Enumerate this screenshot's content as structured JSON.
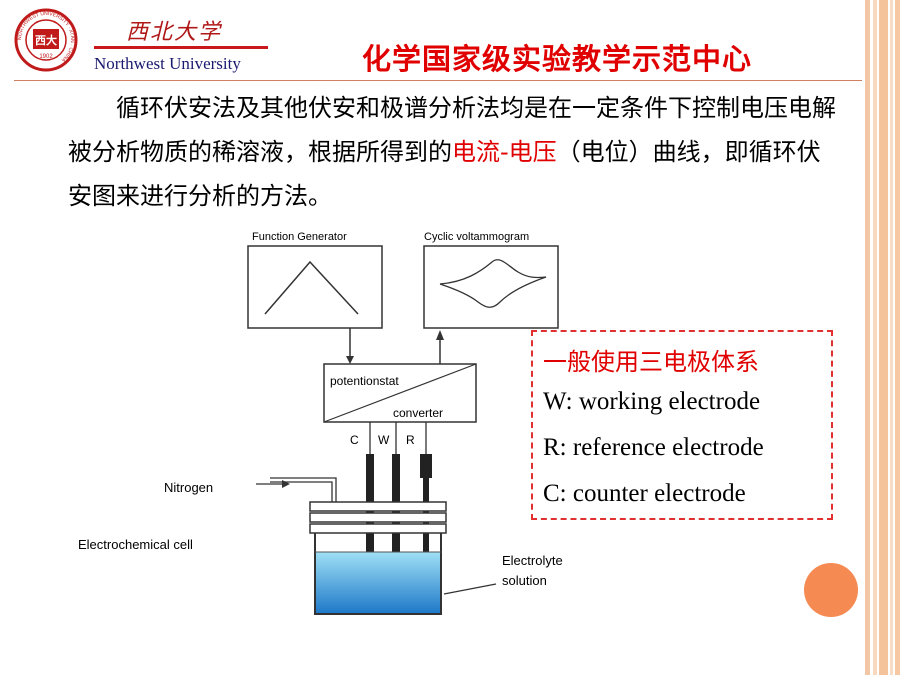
{
  "header": {
    "university_cn": "西北大学",
    "university_en": "Northwest University",
    "center_title": "化学国家级实验教学示范中心",
    "logo_center_text": "西大",
    "logo_year": "1902",
    "logo_ring_text": "NORTHWEST UNIVERSITY · XI'AN · CHINA"
  },
  "body": {
    "para_part1": "循环伏安法及其他伏安和极谱分析法均是在一定条件下控制电压电解被分析物质的稀溶液，根据所得到的",
    "para_highlight": "电流-电压",
    "para_part2": "（电位）曲线，即循环伏安图来进行分析的方法。"
  },
  "diagram": {
    "function_generator": "Function Generator",
    "cyclic_voltammogram": "Cyclic voltammogram",
    "potentiostat": "potentionstat",
    "converter": "converter",
    "label_c": "C",
    "label_w": "W",
    "label_r": "R",
    "nitrogen": "Nitrogen",
    "electrochemical_cell": "Electrochemical  cell",
    "electrolyte_line1": "Electrolyte",
    "electrolyte_line2": "solution"
  },
  "electrode_box": {
    "title": "一般使用三电极体系",
    "w": "W: working electrode",
    "r": "R: reference electrode",
    "c": "C: counter electrode"
  },
  "colors": {
    "accent_red": "#e00000",
    "orange": "#f58a52",
    "stripe": "#f5c49a"
  }
}
